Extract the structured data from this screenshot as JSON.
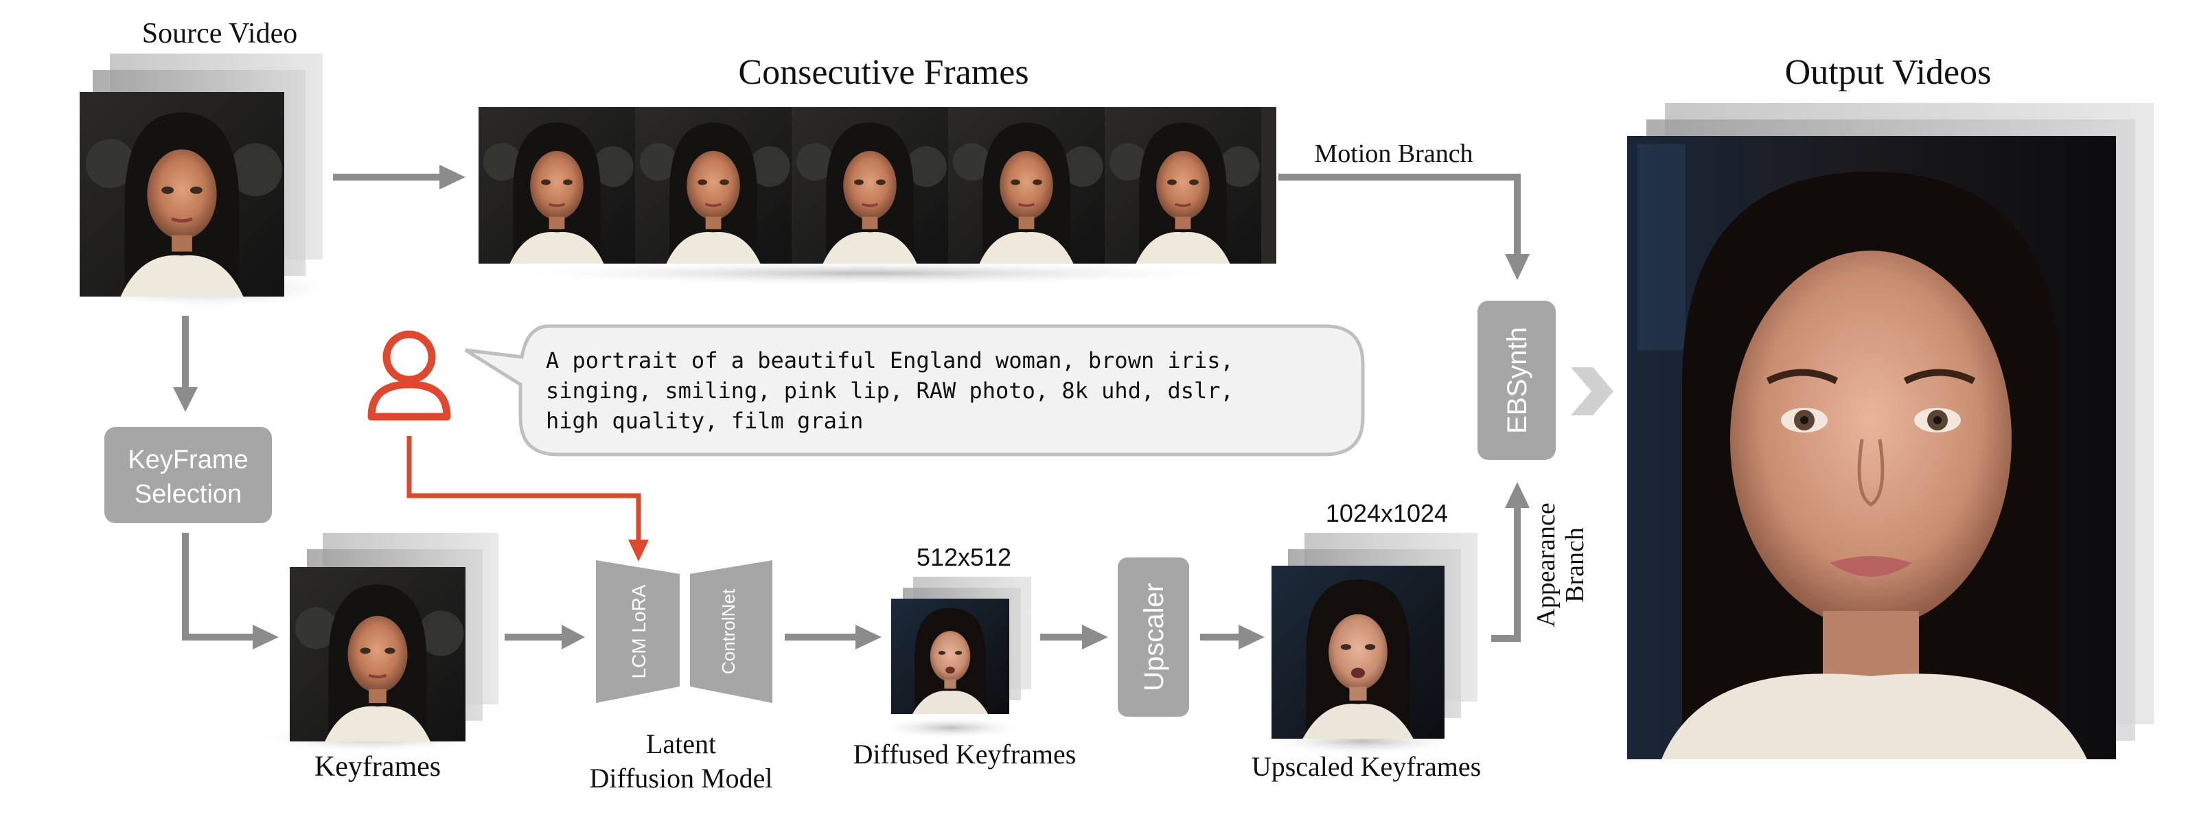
{
  "labels": {
    "source_video": "Source Video",
    "consecutive_frames": "Consecutive Frames",
    "output_videos": "Output Videos",
    "motion_branch": "Motion Branch",
    "appearance_branch_line1": "Appearance",
    "appearance_branch_line2": "Branch",
    "keyframe_selection_line1": "KeyFrame",
    "keyframe_selection_line2": "Selection",
    "keyframes": "Keyframes",
    "ldm_line1": "Latent",
    "ldm_line2": "Diffusion Model",
    "lcm_lora": "LCM LoRA",
    "controlnet": "ControlNet",
    "diffused_keyframes": "Diffused Keyframes",
    "upscaler": "Upscaler",
    "upscaled_keyframes": "Upscaled Keyframes",
    "ebsynth": "EBSynth",
    "res_512": "512x512",
    "res_1024": "1024x1024"
  },
  "prompt": {
    "line1": "A portrait of a beautiful England woman, brown iris,",
    "line2": "singing, smiling, pink lip, RAW photo, 8k uhd, dslr,",
    "line3": "high quality, film grain"
  },
  "colors": {
    "arrow": "#8c8c8c",
    "box": "#a6a6a6",
    "user_icon": "#e0472f",
    "prompt_bubble_fill": "#f2f2f2",
    "prompt_bubble_stroke": "#bfbfbf"
  },
  "icons": {
    "user": "user-icon",
    "arrow_chevron": "chevron-right-icon"
  }
}
